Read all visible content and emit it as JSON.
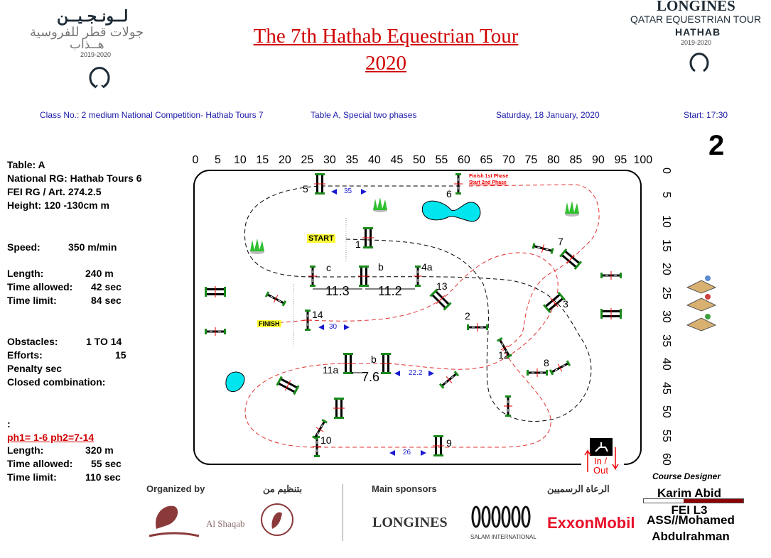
{
  "logos": {
    "left": {
      "arabic_brand": "لــونـجـيــن",
      "arabic_tour": "جولات قطر للفروسية",
      "arabic_hathab": "هــذاب",
      "years": "2019-2020"
    },
    "right": {
      "brand": "LONGINES",
      "tour": "QATAR EQUESTRIAN TOUR",
      "event": "HATHAB",
      "years": "2019-2020"
    }
  },
  "title": {
    "line1": "The 7th Hathab Equestrian Tour",
    "line2": "2020"
  },
  "class_info": {
    "class": "Class No.: 2 medium  National Competition- Hathab Tours 7",
    "table": "Table A, Special two phases",
    "date": "Saturday, 18 January, 2020",
    "start": "Start: 17:30"
  },
  "class_number": "2",
  "details": {
    "table": "Table: A",
    "national_rg": "National RG:  Hathab Tours 6",
    "fei_rg": "FEI RG / Art. 274.2.5",
    "height": "Height: 120 -130cm  m",
    "speed_label": "Speed:",
    "speed_value": "350  m/min",
    "length_label": "Length:",
    "length_value": "240   m",
    "time_allowed_label": "Time allowed:",
    "time_allowed_value": "42  sec",
    "time_limit_label": "Time limit:",
    "time_limit_value": "84  sec",
    "obstacles_label": "Obstacles:",
    "obstacles_value": "1 TO 14",
    "efforts_label": "Efforts:",
    "efforts_value": "15",
    "penalty": "Penalty sec",
    "closed": "Closed combination:",
    "colon": ":",
    "phases": "ph1= 1-6       ph2=7-14",
    "length2_label": "Length:",
    "length2_value": "320   m",
    "time_allowed2_label": "Time allowed:",
    "time_allowed2_value": "55  sec",
    "time_limit2_label": "Time limit:",
    "time_limit2_value": "110  sec"
  },
  "x_axis": [
    "0",
    "5",
    "10",
    "15",
    "20",
    "25",
    "30",
    "35",
    "40",
    "45",
    "50",
    "55",
    "60",
    "65",
    "70",
    "75",
    "80",
    "85",
    "90",
    "95",
    "100"
  ],
  "y_axis": [
    "0",
    "5",
    "10",
    "15",
    "20",
    "25",
    "30",
    "35",
    "40",
    "45",
    "50",
    "55",
    "60"
  ],
  "course": {
    "start": "START",
    "finish": "FINISH",
    "phase_note_1": "Finish 1st Phase",
    "phase_note_2": "Start  2nd Phase",
    "obstacles": {
      "o1": "1",
      "o2": "2",
      "o3": "3",
      "o4a": "4a",
      "o4b": "b",
      "o4c": "c",
      "o5": "5",
      "o6": "6",
      "o7": "7",
      "o8": "8",
      "o9": "9",
      "o10": "10",
      "o11a": "11a",
      "o11b": "b",
      "o12": "12",
      "o13": "13",
      "o14": "14"
    },
    "distances": {
      "d35": "35",
      "d30": "30",
      "d22": "22.2",
      "d26": "26",
      "d113": "11.3",
      "d112": "11.2",
      "d76": "7.6"
    },
    "in_out_1": "In /",
    "in_out_2": "Out"
  },
  "sponsors": {
    "organized_by": "Organized by",
    "organized_by_ar": "بتنظيم من",
    "main_sponsors": "Main sponsors",
    "main_sponsors_ar": "الرعاة الرسميين",
    "al_shaqab": "Al Shaqab",
    "longines": "LONGINES",
    "salam": "SALAM INTERNATIONAL",
    "exxon": "ExxonMobil"
  },
  "designer": {
    "title": "Course Designer",
    "name": "Karim Abid",
    "level": "FEI L3",
    "assistant_1": "ASS//Mohamed",
    "assistant_2": "Abdulrahman"
  },
  "colors": {
    "title": "#d00000",
    "header": "#1a1aa8",
    "phase1_path": "#000000",
    "phase2_path": "#e03030",
    "water": "#00e5ee",
    "pole_end": "#1a8a1a"
  }
}
